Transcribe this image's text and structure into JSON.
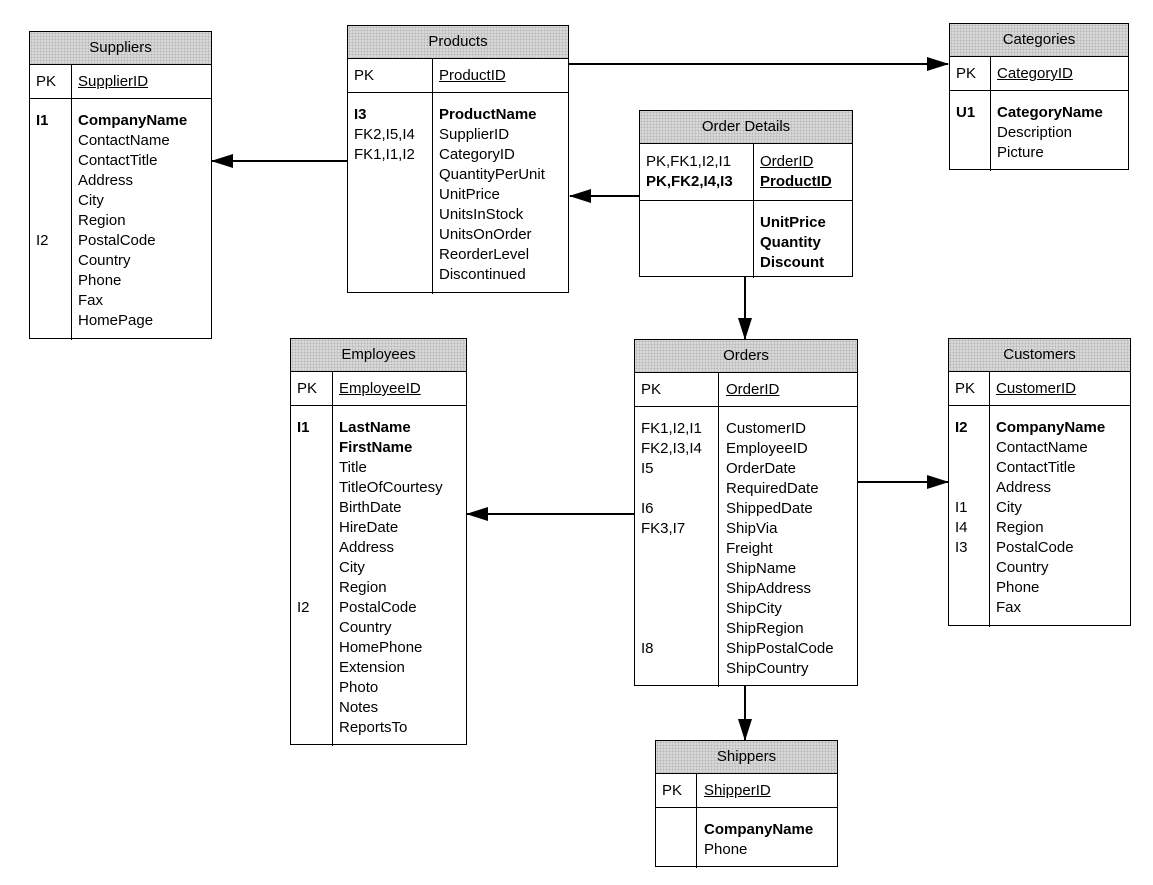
{
  "entities": {
    "suppliers": {
      "title": "Suppliers",
      "pk_label": "PK",
      "pk_field": "SupplierID",
      "indexes": [
        "I1",
        "",
        "",
        "",
        "",
        "",
        "I2"
      ],
      "fields": [
        "CompanyName",
        "ContactName",
        "ContactTitle",
        "Address",
        "City",
        "Region",
        "PostalCode",
        "Country",
        "Phone",
        "Fax",
        "HomePage"
      ]
    },
    "products": {
      "title": "Products",
      "pk_label": "PK",
      "pk_field": "ProductID",
      "indexes": [
        "I3",
        "FK2,I5,I4",
        "FK1,I1,I2"
      ],
      "fields": [
        "ProductName",
        "SupplierID",
        "CategoryID",
        "QuantityPerUnit",
        "UnitPrice",
        "UnitsInStock",
        "UnitsOnOrder",
        "ReorderLevel",
        "Discontinued"
      ]
    },
    "categories": {
      "title": "Categories",
      "pk_label": "PK",
      "pk_field": "CategoryID",
      "indexes": [
        "U1"
      ],
      "fields": [
        "CategoryName",
        "Description",
        "Picture"
      ]
    },
    "order_details": {
      "title": "Order Details",
      "pk_rows": [
        {
          "label": "PK,FK1,I2,I1",
          "field": "OrderID"
        },
        {
          "label": "PK,FK2,I4,I3",
          "field": "ProductID"
        }
      ],
      "fields": [
        "UnitPrice",
        "Quantity",
        "Discount"
      ]
    },
    "employees": {
      "title": "Employees",
      "pk_label": "PK",
      "pk_field": "EmployeeID",
      "indexes": [
        "I1",
        "",
        "",
        "",
        "",
        "",
        "",
        "",
        "",
        "I2"
      ],
      "fields": [
        "LastName",
        "FirstName",
        "Title",
        "TitleOfCourtesy",
        "BirthDate",
        "HireDate",
        "Address",
        "City",
        "Region",
        "PostalCode",
        "Country",
        "HomePhone",
        "Extension",
        "Photo",
        "Notes",
        "ReportsTo"
      ]
    },
    "orders": {
      "title": "Orders",
      "pk_label": "PK",
      "pk_field": "OrderID",
      "indexes": [
        "FK1,I2,I1",
        "FK2,I3,I4",
        "I5",
        "",
        "I6",
        "FK3,I7",
        "",
        "",
        "",
        "",
        "",
        "I8"
      ],
      "fields": [
        "CustomerID",
        "EmployeeID",
        "OrderDate",
        "RequiredDate",
        "ShippedDate",
        "ShipVia",
        "Freight",
        "ShipName",
        "ShipAddress",
        "ShipCity",
        "ShipRegion",
        "ShipPostalCode",
        "ShipCountry"
      ]
    },
    "customers": {
      "title": "Customers",
      "pk_label": "PK",
      "pk_field": "CustomerID",
      "indexes": [
        "I2",
        "",
        "",
        "",
        "I1",
        "I4",
        "I3"
      ],
      "fields": [
        "CompanyName",
        "ContactName",
        "ContactTitle",
        "Address",
        "City",
        "Region",
        "PostalCode",
        "Country",
        "Phone",
        "Fax"
      ]
    },
    "shippers": {
      "title": "Shippers",
      "pk_label": "PK",
      "pk_field": "ShipperID",
      "indexes": [],
      "fields": [
        "CompanyName",
        "Phone"
      ]
    }
  },
  "relationships": [
    {
      "from": "Products",
      "to": "Suppliers"
    },
    {
      "from": "Products",
      "to": "Categories"
    },
    {
      "from": "Order Details",
      "to": "Products"
    },
    {
      "from": "Order Details",
      "to": "Orders"
    },
    {
      "from": "Orders",
      "to": "Employees"
    },
    {
      "from": "Orders",
      "to": "Customers"
    },
    {
      "from": "Orders",
      "to": "Shippers"
    }
  ]
}
